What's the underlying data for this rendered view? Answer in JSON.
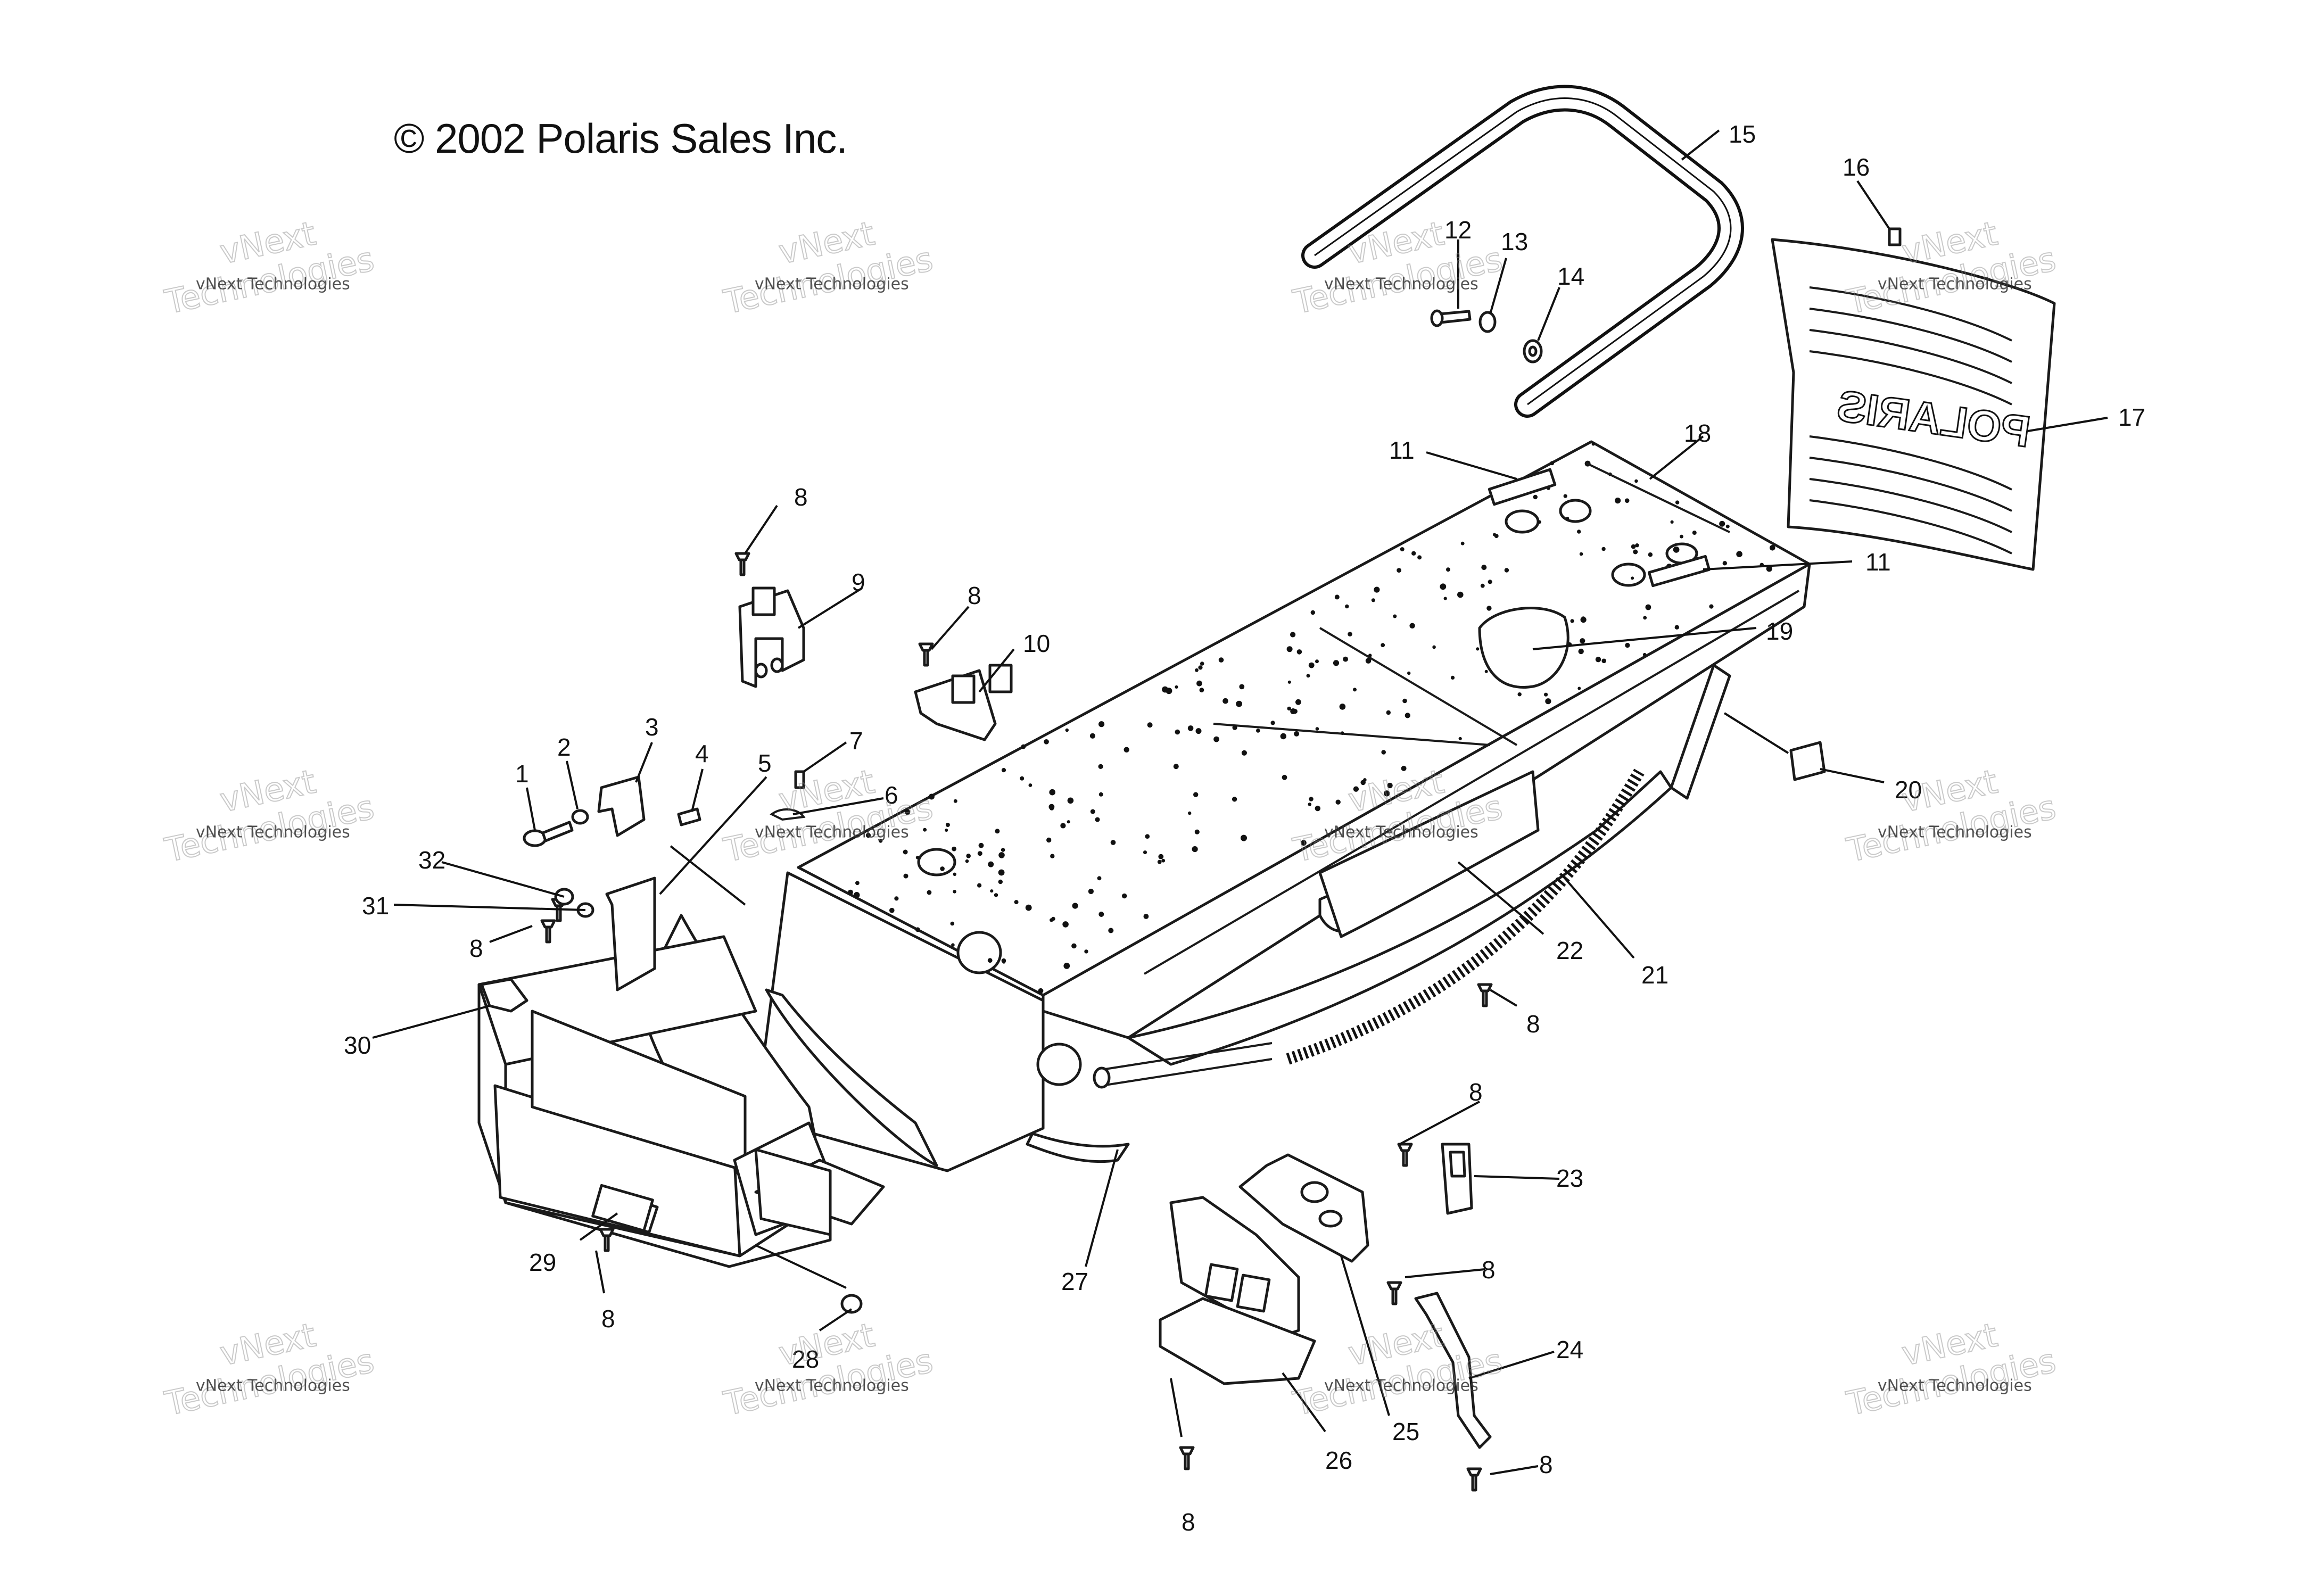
{
  "copyright": "© 2002 Polaris Sales Inc.",
  "watermark": {
    "line1": "vNext",
    "line2": "Technologies",
    "small": "vNext Technologies"
  },
  "callouts": [
    "1",
    "2",
    "3",
    "4",
    "5",
    "6",
    "7",
    "8",
    "9",
    "10",
    "11",
    "12",
    "13",
    "14",
    "15",
    "16",
    "17",
    "18",
    "19",
    "20",
    "21",
    "22",
    "23",
    "24",
    "25",
    "26",
    "27",
    "28",
    "29",
    "30",
    "31",
    "32"
  ],
  "grille_logo": "POLARIS"
}
